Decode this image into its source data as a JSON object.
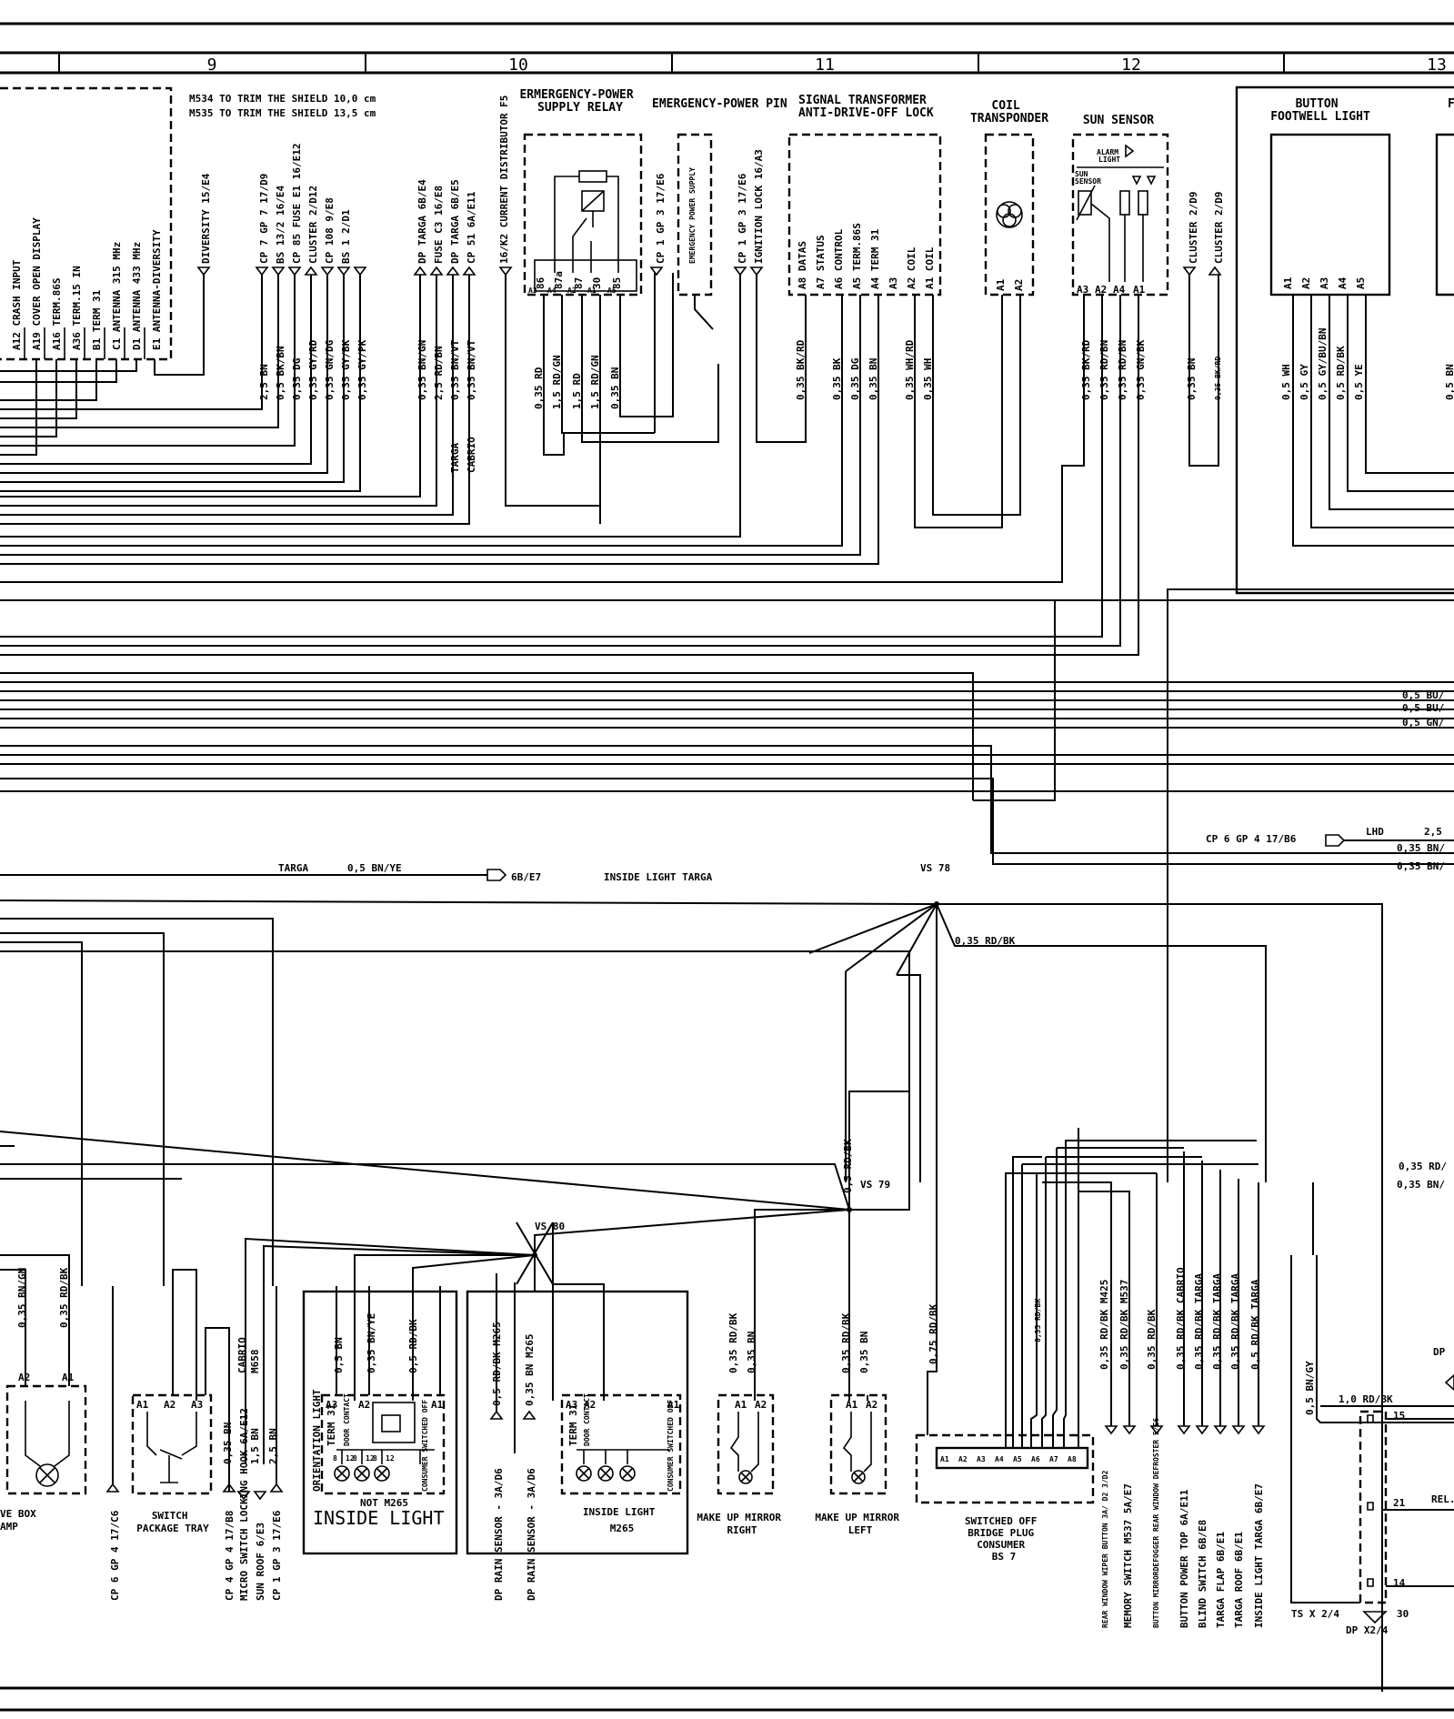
{
  "columns": [
    "9",
    "10",
    "11",
    "12",
    "13"
  ],
  "notes": {
    "m534": "M534 TO TRIM THE SHIELD 10,0 cm",
    "m535": "M535 TO TRIM THE SHIELD 13,5 cm"
  },
  "components": {
    "relay": "ERMERGENCY-POWER SUPPLY RELAY",
    "pin": "EMERGENCY-POWER PIN",
    "transformer": "SIGNAL TRANSFORMER ANTI-DRIVE-OFF LOCK",
    "coil": "COIL TRANSPONDER",
    "sun": "SUN SENSOR",
    "alarm_light": "ALARM LIGHT",
    "sun_sensor_inner": "SUN SENSOR",
    "footwell": "BUTTON FOOTWELL LIGHT",
    "footwell_cut": "F",
    "glove": "VE BOX AMP",
    "package": "SWITCH PACKAGE TRAY",
    "inside_light": "INSIDE LIGHT",
    "not_m265": "NOT M265",
    "inside_m265": "INSIDE LIGHT M265",
    "mirror_r": "MAKE UP MIRROR RIGHT",
    "mirror_l": "MAKE UP MIRROR LEFT",
    "bridge": "SWITCHED OFF BRIDGE PLUG CONSUMER BS 7",
    "ts": "TS X 2/4",
    "dpx": "DP X2/4",
    "rel": "REL. SPO",
    "dp": "DP"
  },
  "module_pins": [
    "A12 CRASH INPUT",
    "A19 COVER OPEN DISPLAY",
    "A16 TERM.86S",
    "A36 TERM.15 IN",
    "B1 TERM 31",
    "C1 ANTENNA 315 MHz",
    "D1 ANTENNA 433 MHz",
    "E1 ANTENNA-DIVERSITY"
  ],
  "module_refs": [
    "DIVERSITY 15/E4",
    "CP 7 GP 7 17/D9",
    "BS 13/2 16/E4",
    "CP 85 FUSE E1 16/E12",
    "CLUSTER 2/D12",
    "CP 108 9/E8",
    "BS 1 2/D1"
  ],
  "module_wires": [
    "2,5 BN",
    "0,5 BK/BN",
    "0,35 DG",
    "0,35 GY/RD",
    "0,35 GN/DG",
    "0,35 GY/BK",
    "0,35 GY/PK"
  ],
  "col10_refs": [
    "DP TARGA 6B/E4",
    "FUSE C3 16/E8",
    "DP TARGA 6B/E5",
    "CP 51 6A/E11",
    "16/K2 CURRENT DISTRIBUTOR F5"
  ],
  "col10_wires": [
    "0,35 BN/GN",
    "2,5 RD/BN",
    "0,35 BN/VT",
    "0,35 BN/VT"
  ],
  "targa_cabrio": [
    "TARGA",
    "CABRIO"
  ],
  "relay_pins": [
    "86",
    "87a",
    "87",
    "30",
    "85"
  ],
  "relay_slots": [
    "A3",
    "A4",
    "A2",
    "A1",
    "A5"
  ],
  "relay_wires": [
    "0,35 RD",
    "1,5 RD/GN",
    "1,5 RD",
    "1,5 RD/GN",
    "0,35 BN"
  ],
  "relay_ref": "CP 1 GP 3 17/E6",
  "pin_label": "EMERGENCY POWER SUPPLY",
  "trans_ref1": "CP 1 GP 3 17/E6",
  "trans_ref2": "IGNITION LOCK 16/A3",
  "trans_pins": [
    "A8 DATAS",
    "A7 STATUS",
    "A6 CONTROL",
    "A5 TERM.86S",
    "A4 TERM 31",
    "A3",
    "A2 COIL",
    "A1 COIL"
  ],
  "trans_wires": [
    "0,35 BK/RD",
    "0,35 BK",
    "0,35 DG",
    "0,35 BN",
    "0,35 WH/RD",
    "0,35 WH"
  ],
  "coil_pins": [
    "A1",
    "A2"
  ],
  "sun_pins": [
    "A3",
    "A2",
    "A4",
    "A1"
  ],
  "sun_wires": [
    "0,35 BK/RD",
    "0,35 RD/BN",
    "0,35 RD/BN",
    "0,35 GN/BK"
  ],
  "cluster_refs": [
    "CLUSTER 2/D9",
    "CLUSTER 2/D9"
  ],
  "cluster_wires": [
    "0,35 BN",
    "0,35 BK/RD"
  ],
  "foot_pins": [
    "A1",
    "A2",
    "A3",
    "A4",
    "A5"
  ],
  "foot_wires": [
    "0,5 WH",
    "0,5 GY",
    "0,5 GY/BU/BN",
    "0,5 RD/BK",
    "0,5 YE"
  ],
  "foot_cut": "0,5 BN",
  "right_wires": [
    "0,5 BU/",
    "0,5 BU/",
    "0,5 GN/",
    "2,5",
    "0,35 BN/",
    "0,35 BN/",
    "0,35 RD/",
    "0,35 BN/"
  ],
  "cp6": "CP 6 GP 4 17/B6",
  "lhd": "LHD",
  "targa_line": {
    "label": "TARGA",
    "wire": "0,5 BN/YE",
    "ref": "6B/E7",
    "text": "INSIDE LIGHT TARGA"
  },
  "splices": {
    "vs78": "VS 78",
    "vs79": "VS 79",
    "vs80": "VS 80"
  },
  "vs78_wire": "0,35 RD/BK",
  "vs79_wire": "0,5 RD/BK",
  "glove_pins": [
    "A2",
    "A1"
  ],
  "glove_wires": [
    "0,35 BN/GN",
    "0,35 RD/BK"
  ],
  "cp6_gp4": "CP 6 GP 4 17/C6",
  "package_pins": [
    "A1",
    "A2",
    "A3"
  ],
  "pkg_refs": [
    "CP 4 GP 4 17/B8",
    "MICRO SWITCH LOCKING HOOK 6A/E12",
    "SUN ROOF 6/E3",
    "CP 1 GP 3 17/E6"
  ],
  "pkg_wires": [
    "0,35 BN",
    "1,5 BN",
    "2,5 BN"
  ],
  "pkg_tags": [
    "CABRIO",
    "M658"
  ],
  "il_pins": [
    "A3",
    "A2",
    "A1"
  ],
  "il_texts": [
    "ORIENTATION LIGHT",
    "TERM 31",
    "DOOR CONTACT",
    "CONSUMER SWITCHED OFF"
  ],
  "il_wires": [
    "0,5 BN",
    "0,35 BN/YE",
    "0,5 RD/BK"
  ],
  "il_nums": [
    "8",
    "12",
    "8",
    "12",
    "8",
    "12"
  ],
  "rain_refs": [
    "DP RAIN SENSOR - 3A/D6",
    "DP RAIN SENSOR - 3A/D6"
  ],
  "rain_wires": [
    "0,5 RD/BK M265",
    "0,35 BN M265"
  ],
  "m265_pins": [
    "A3",
    "A2",
    "A1"
  ],
  "m265_texts": [
    "TERM 31",
    "DOOR CONTACT",
    "CONSUMER SWITCHED OFF"
  ],
  "mirror_pins": [
    "A1",
    "A2"
  ],
  "mirror_wires": [
    "0,35 RD/BK",
    "0,35 BN"
  ],
  "bridge_wire": "0,75 RD/BK",
  "bridge_pins": [
    "A1",
    "A2",
    "A3",
    "A4",
    "A5",
    "A6",
    "A7",
    "A8"
  ],
  "bs7_wires": [
    "0,35 RD/BK M425",
    "0,35 RD/BK M537",
    "0,35 RD/BK",
    "0,35 RD/BK CABRIO",
    "0,35 RD/BK TARGA",
    "0,35 RD/BK TARGA",
    "0,35 RD/BK TARGA",
    "0,5 RD/BK TARGA"
  ],
  "bs7_cut": "0,35 RD/BK",
  "bs7_refs": [
    "REAR WINDOW WIPER BUTTON 3A/ D2 3/D2",
    "MEMORY SWITCH M537 5A/E7",
    "BUTTON MIRRORDEFOGGER REAR WINDOW DEFROSTER 5/E6",
    "BUTTON POWER TOP 6A/E11",
    "BLIND SWITCH 6B/E8",
    "TARGA FLAP 6B/E1",
    "TARGA ROOF 6B/E1",
    "INSIDE LIGHT TARGA 6B/E7"
  ],
  "relay_side": {
    "wire1": "0,5 BN/GY",
    "wire2": "1,0 RD/BK",
    "p15": "15",
    "p21": "21",
    "p14": "14",
    "p30": "30"
  }
}
